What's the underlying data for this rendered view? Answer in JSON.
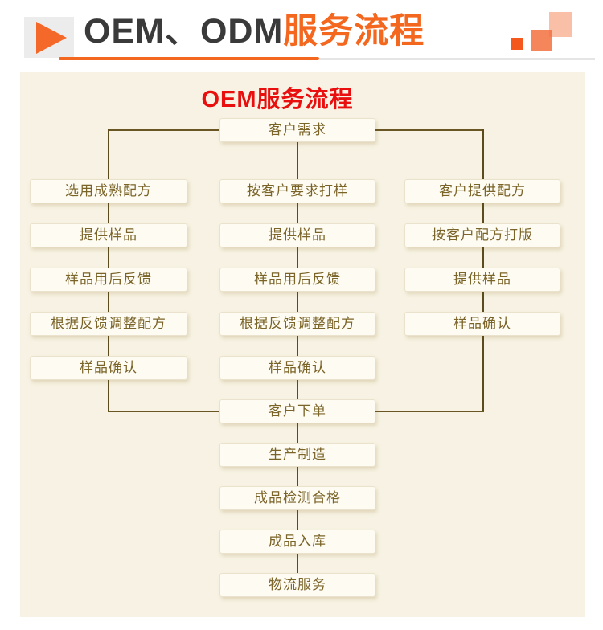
{
  "header": {
    "title_dark": "OEM、ODM",
    "title_orange": "服务流程",
    "accent_color": "#f4671f",
    "icon": "play-triangle-icon",
    "decor": "orange-stair-squares"
  },
  "flowchart": {
    "title": "OEM服务流程",
    "title_color": "#e90f0f",
    "top_node": "客户需求",
    "columns": [
      {
        "name": "left",
        "steps": [
          "选用成熟配方",
          "提供样品",
          "样品用后反馈",
          "根据反馈调整配方",
          "样品确认"
        ]
      },
      {
        "name": "middle",
        "steps": [
          "按客户要求打样",
          "提供样品",
          "样品用后反馈",
          "根据反馈调整配方",
          "样品确认"
        ]
      },
      {
        "name": "right",
        "steps": [
          "客户提供配方",
          "按客户配方打版",
          "提供样品",
          "样品确认"
        ]
      }
    ],
    "bottom_steps": [
      "客户下单",
      "生产制造",
      "成品检测合格",
      "成品入库",
      "物流服务"
    ],
    "colors": {
      "panel_bg": "#f7f2e3",
      "node_bg": "#fdfbf2",
      "node_text": "#7b6428",
      "line": "#6a5622"
    }
  }
}
